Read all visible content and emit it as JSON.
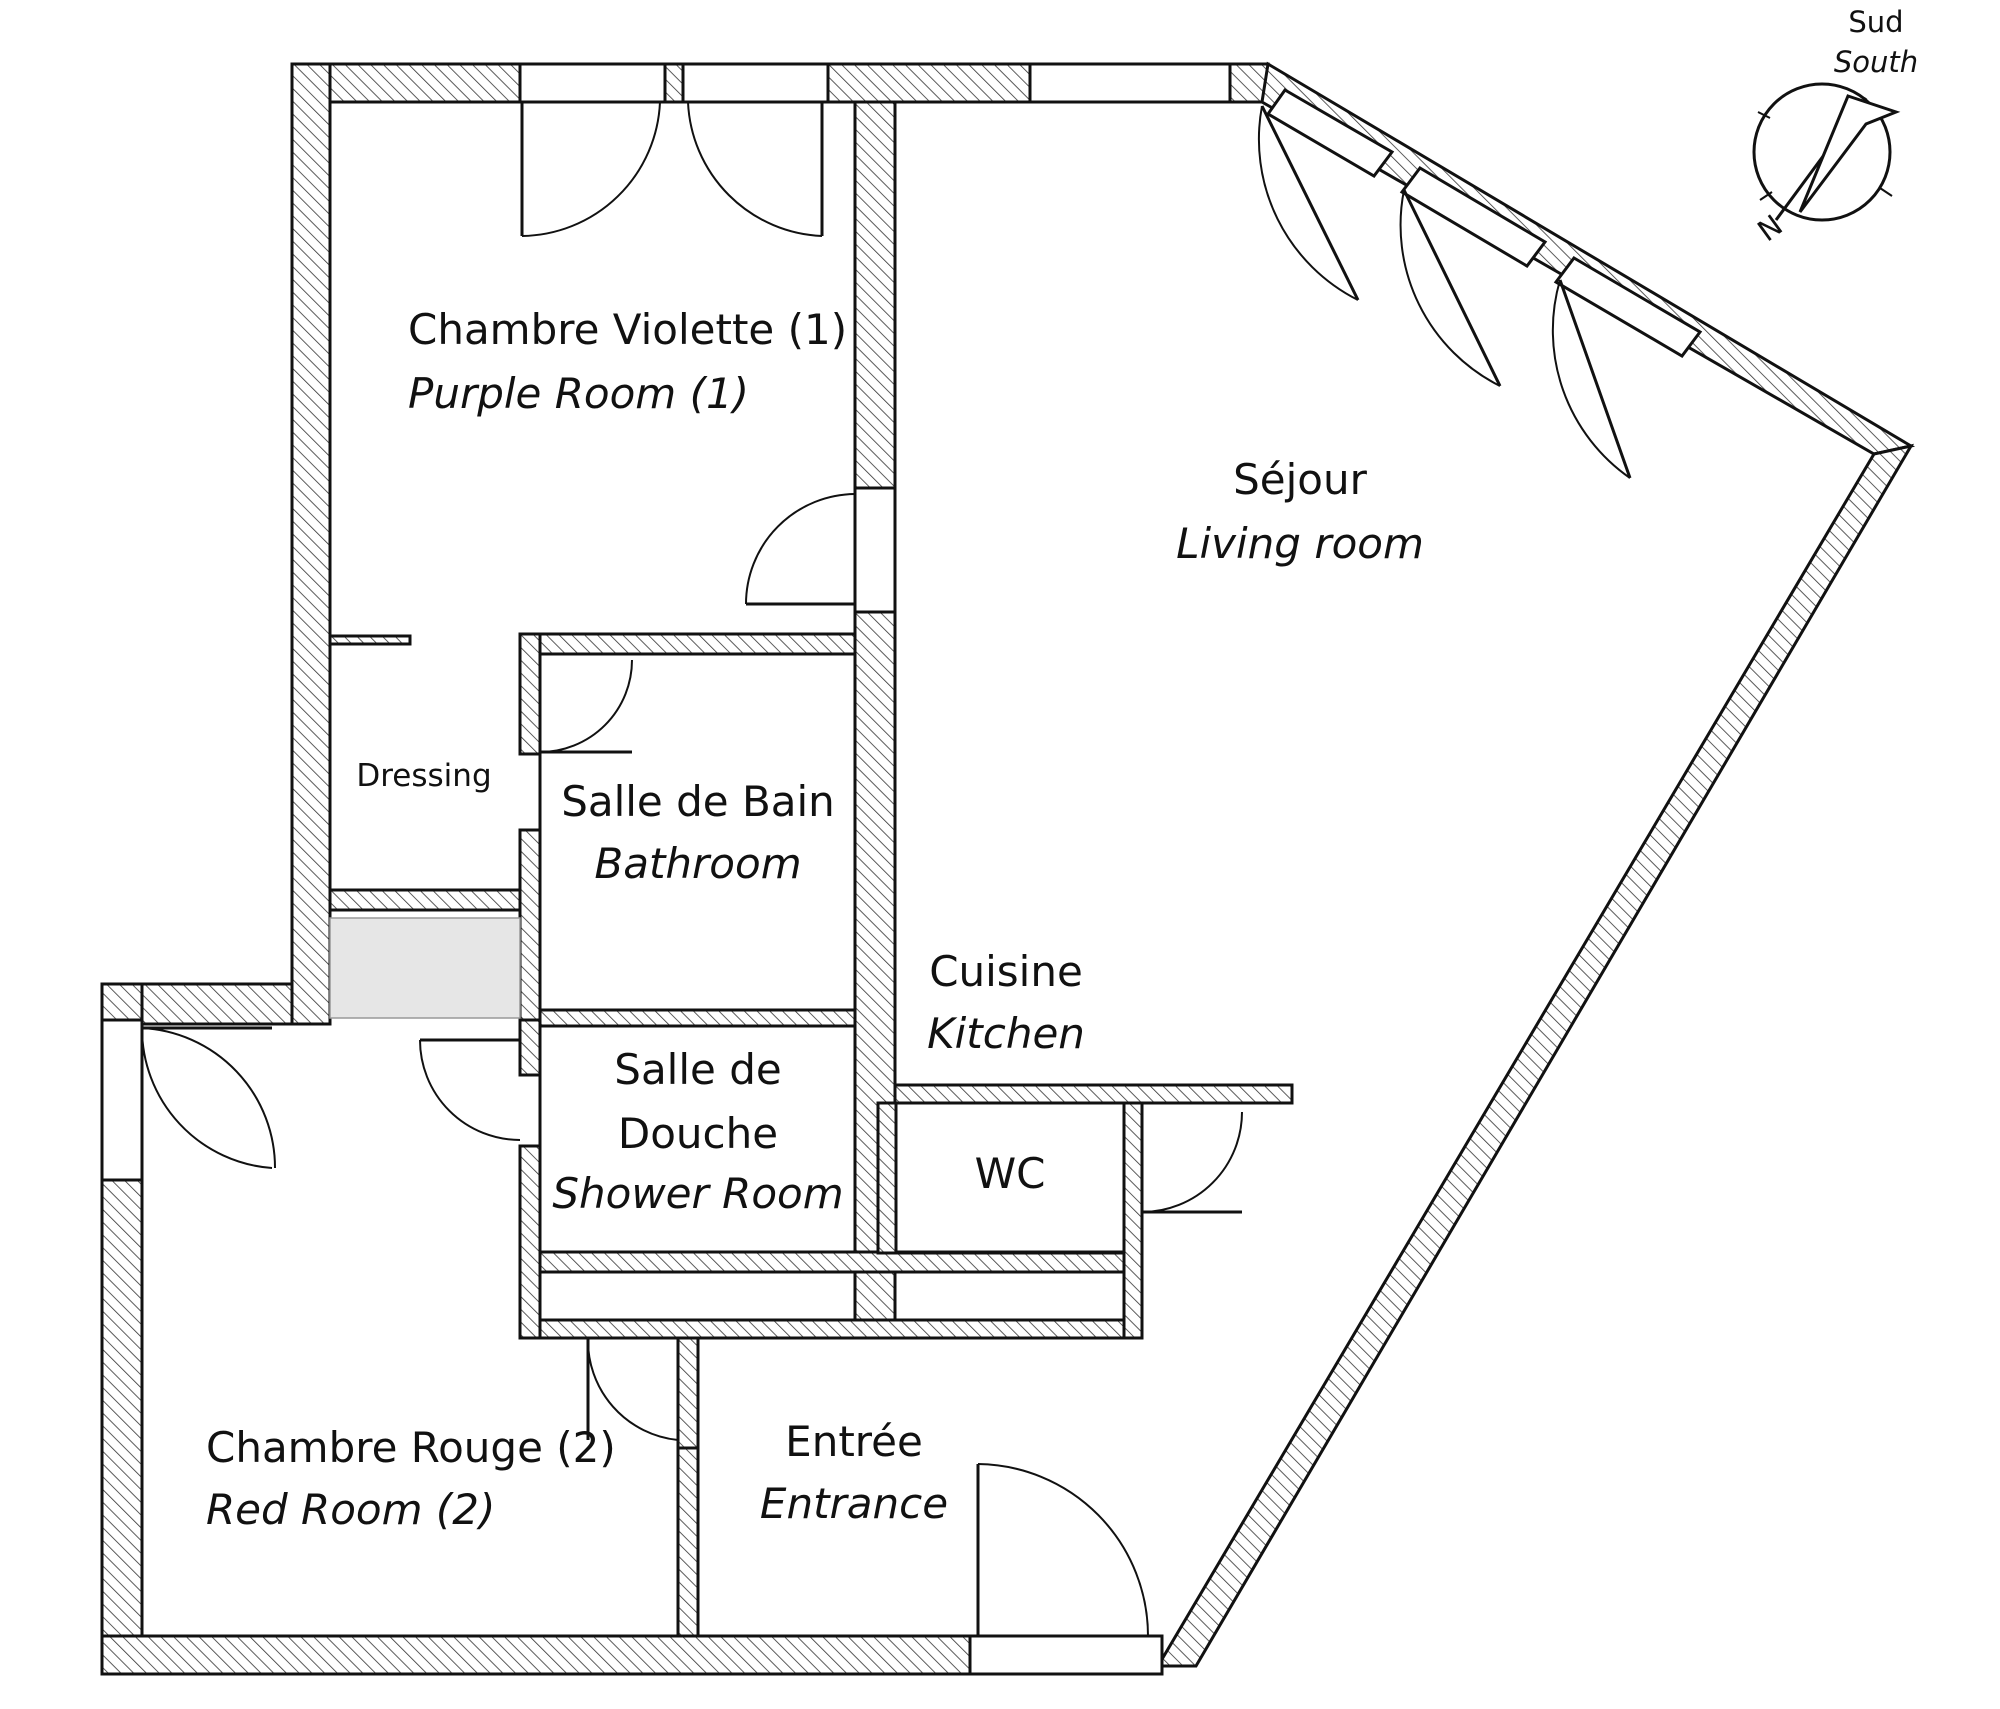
{
  "rooms": {
    "purple": {
      "fr": "Chambre Violette (1)",
      "en": "Purple Room (1)"
    },
    "living": {
      "fr": "Séjour",
      "en": "Living room"
    },
    "dressing": {
      "fr": "Dressing"
    },
    "bathroom": {
      "fr": "Salle de Bain",
      "en": "Bathroom"
    },
    "kitchen": {
      "fr": "Cuisine",
      "en": "Kitchen"
    },
    "shower": {
      "fr_line1": "Salle de",
      "fr_line2": "Douche",
      "en": "Shower Room"
    },
    "wc": {
      "fr": "WC"
    },
    "red": {
      "fr": "Chambre Rouge (2)",
      "en": "Red Room (2)"
    },
    "entrance": {
      "fr": "Entrée",
      "en": "Entrance"
    }
  },
  "compass": {
    "fr": "Sud",
    "en": "South",
    "north_letter": "N"
  },
  "colors": {
    "line": "#111111",
    "closet_fill": "#e6e6e6",
    "background": "#ffffff"
  }
}
